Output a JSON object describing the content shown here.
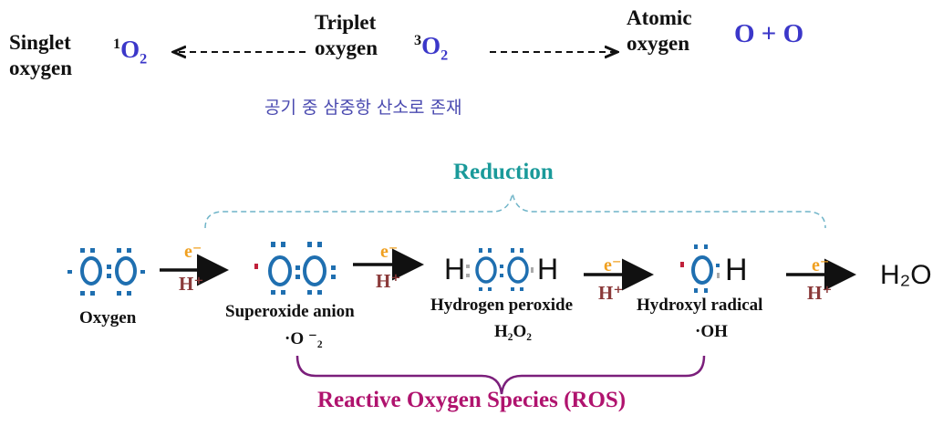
{
  "top": {
    "singlet": {
      "line1": "Singlet",
      "line2": "oxygen",
      "formula_sup": "1",
      "formula": "O",
      "formula_sub": "2"
    },
    "triplet": {
      "line1": "Triplet",
      "line2": "oxygen",
      "formula_sup": "3",
      "formula": "O",
      "formula_sub": "2"
    },
    "atomic": {
      "line1": "Atomic",
      "line2": "oxygen",
      "formula": "O + O"
    },
    "korean_note": "공기 중  삼중항 산소로 존재"
  },
  "reduction": {
    "title": "Reduction"
  },
  "species": [
    {
      "name": "Oxygen"
    },
    {
      "name": "Superoxide anion",
      "formula": "·O ⁻₂"
    },
    {
      "name": "Hydrogen peroxide",
      "formula": "H₂O₂"
    },
    {
      "name": "Hydroxyl radical",
      "formula": "·OH"
    },
    {
      "name": "H₂O"
    }
  ],
  "arrow_labels": {
    "electron": "e⁻",
    "proton": "H⁺"
  },
  "atom_h": "H",
  "ros": {
    "title": "Reactive Oxygen Species (ROS)"
  },
  "colors": {
    "formula_blue": "#3b37c9",
    "reduction": "#1a9a9a",
    "ros": "#b0136e",
    "brace": "#7b1f7b",
    "electron": "#f0a020",
    "proton": "#8b3a3a",
    "lewis": "#1f6fb0"
  }
}
